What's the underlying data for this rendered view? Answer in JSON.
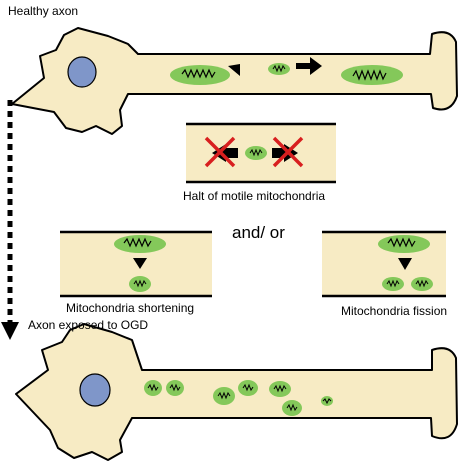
{
  "labels": {
    "healthy_axon": "Healthy axon",
    "halt_of_motile": "Halt of motile mitochondria",
    "and_or": "and/ or",
    "shortening": "Mitochondria shortening",
    "fission": "Mitochondria fission",
    "exposed_to_ogd": "Axon exposed to OGD"
  },
  "colors": {
    "axon_fill": "#f7ebc4",
    "nucleus": "#7f96c9",
    "mitochondria": "#84c85a",
    "cross": "#d81f1f",
    "outline": "#000000"
  }
}
